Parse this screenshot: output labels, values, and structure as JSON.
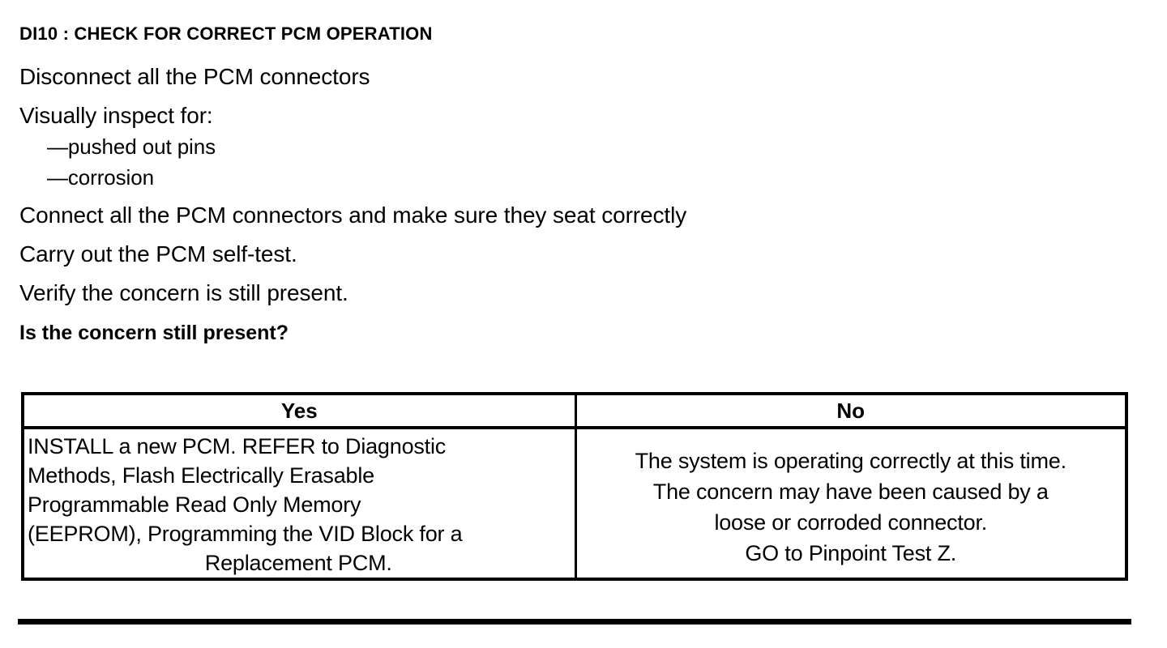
{
  "document": {
    "title": "DI10 : CHECK FOR CORRECT PCM OPERATION",
    "steps": [
      {
        "text": "Disconnect all the PCM connectors",
        "bold": false
      },
      {
        "text": "Visually inspect for:",
        "bold": false
      },
      {
        "text": "Connect all the PCM connectors and make sure they seat correctly",
        "bold": false
      },
      {
        "text": "Carry out the PCM self-test.",
        "bold": false
      },
      {
        "text": "Verify the concern is still present.",
        "bold": false
      },
      {
        "text": "Is the concern still present?",
        "bold": true
      }
    ],
    "sub_items": [
      "—pushed out pins",
      "—corrosion"
    ]
  },
  "decision_table": {
    "headers": [
      "Yes",
      "No"
    ],
    "yes_cell": {
      "lines": [
        "INSTALL a new PCM. REFER to Diagnostic",
        "Methods, Flash Electrically Erasable",
        "Programmable Read Only Memory",
        "(EEPROM), Programming the VID Block for a"
      ],
      "last_line": "Replacement PCM."
    },
    "no_cell": {
      "lines": [
        "The system is operating correctly at this time.",
        "The concern may have been caused by a",
        "loose or corroded connector.",
        "GO to Pinpoint Test Z."
      ]
    }
  },
  "colors": {
    "text": "#000000",
    "background": "#ffffff",
    "rule": "#000000"
  }
}
